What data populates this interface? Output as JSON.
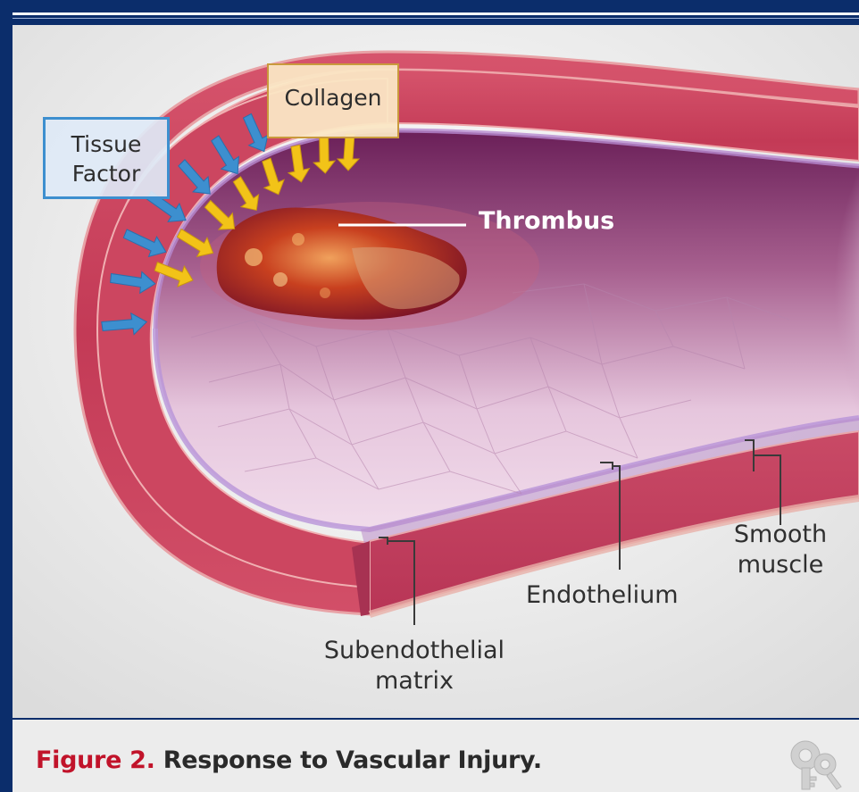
{
  "figure": {
    "caption_number": "Figure 2.",
    "caption_title": "Response to Vascular Injury."
  },
  "labels": {
    "tissue_factor_line1": "Tissue",
    "tissue_factor_line2": "Factor",
    "collagen": "Collagen",
    "thrombus": "Thrombus",
    "endothelium": "Endothelium",
    "smooth_muscle_line1": "Smooth",
    "smooth_muscle_line2": "muscle",
    "subendothelial_line1": "Subendothelial",
    "subendothelial_line2": "matrix"
  },
  "colors": {
    "frame": "#0b2d6b",
    "tissue_factor_arrow": "#3d8fcf",
    "collagen_arrow": "#f2c318",
    "caption_highlight": "#c1132a"
  },
  "icons": {
    "key": "key-icon"
  }
}
